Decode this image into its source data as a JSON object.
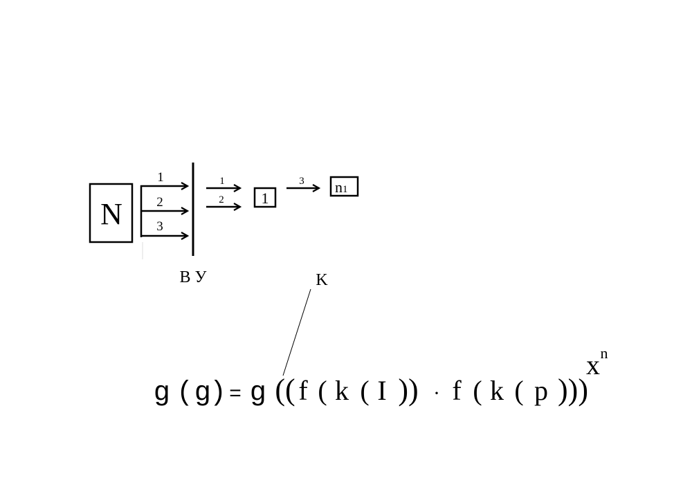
{
  "diagram": {
    "source_box": {
      "label": "N"
    },
    "input_arrows": [
      {
        "label": "1"
      },
      {
        "label": "2"
      },
      {
        "label": "3"
      }
    ],
    "bar_label": "В У",
    "output_arrows": [
      {
        "label": "1"
      },
      {
        "label": "2"
      }
    ],
    "middle_box": {
      "label": "1"
    },
    "final_arrow": {
      "label": "3"
    },
    "final_box": {
      "label": "n",
      "subscript": "1"
    },
    "pointer_label": "K"
  },
  "formula": {
    "tokens": [
      "g",
      "(",
      "g",
      ")",
      "=",
      "g",
      "((",
      "f",
      "(",
      "k",
      "(",
      "I",
      "))",
      "·",
      "f",
      "(",
      "k",
      "(",
      "p",
      ")))"
    ],
    "exponent_base": "x",
    "exponent_power": "n"
  }
}
